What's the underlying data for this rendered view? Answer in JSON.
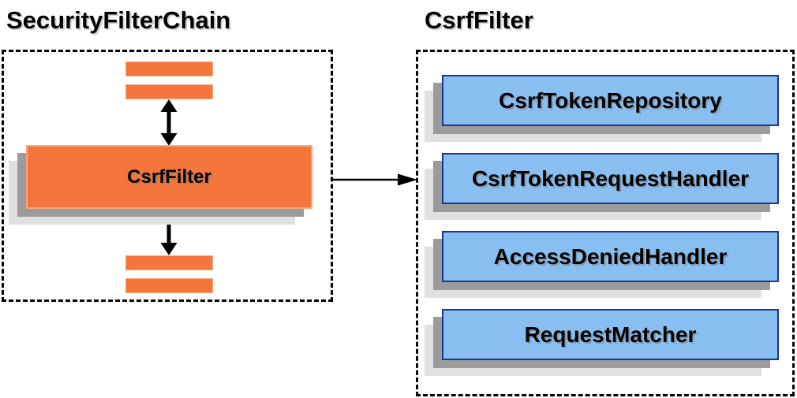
{
  "left_panel": {
    "title": "SecurityFilterChain",
    "filter_label": "CsrfFilter"
  },
  "right_panel": {
    "title": "CsrfFilter",
    "components": [
      "CsrfTokenRepository",
      "CsrfTokenRequestHandler",
      "AccessDeniedHandler",
      "RequestMatcher"
    ]
  },
  "colors": {
    "orange_fill": "#f4763c",
    "orange_border": "#f5a97f",
    "blue_fill": "#89bff0",
    "blue_border": "#1d3592",
    "shadow_dark": "#9b9b9b",
    "shadow_light": "#e0e0e0",
    "dashed_border": "#000000",
    "arrow": "#000000"
  }
}
